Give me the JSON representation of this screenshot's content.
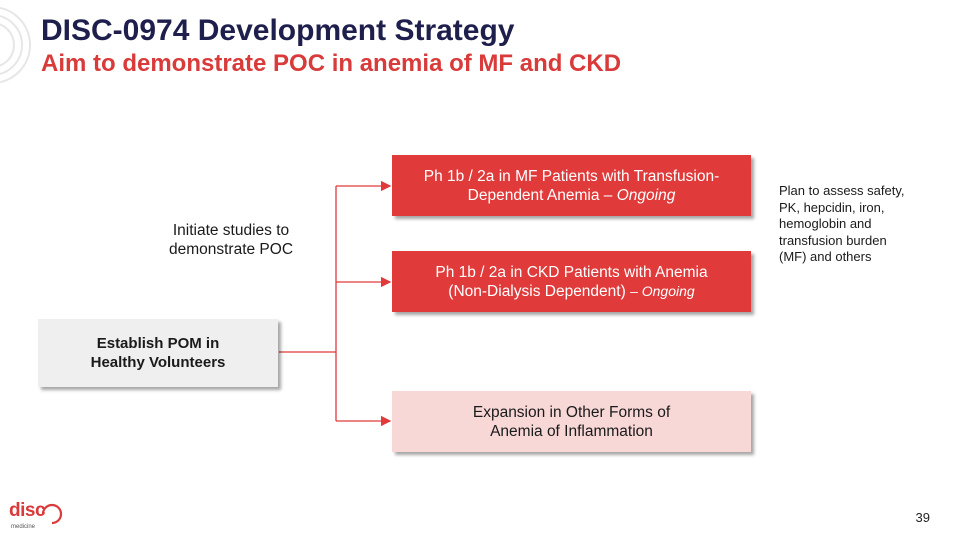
{
  "slide": {
    "title": "DISC-0974 Development Strategy",
    "subtitle": "Aim to demonstrate POC in anemia of MF and CKD",
    "page_number": "39"
  },
  "flow": {
    "origin": {
      "line1": "Establish POM in",
      "line2": "Healthy Volunteers"
    },
    "branch_label": {
      "line1": "Initiate studies to",
      "line2": "demonstrate POC"
    },
    "mf_box": {
      "line1": "Ph 1b / 2a  in MF Patients with Transfusion-",
      "line2_main": "Dependent Anemia – ",
      "line2_italic": "Ongoing"
    },
    "ckd_box": {
      "line1": "Ph 1b / 2a in CKD Patients with Anemia",
      "line2_main": "(Non-Dialysis Dependent) ",
      "line2_italic": "– Ongoing"
    },
    "expansion_box": {
      "line1": "Expansion in Other Forms of",
      "line2": "Anemia of Inflammation"
    }
  },
  "side_note": {
    "lines": [
      "Plan to assess safety,",
      "PK, hepcidin, iron,",
      "hemoglobin and",
      "transfusion burden",
      "(MF) and others"
    ]
  },
  "logo": {
    "word": "disc",
    "tagline": "medicine"
  },
  "colors": {
    "title": "#1f1f4d",
    "accent_red": "#e03a3a",
    "pink": "#f8d7d7",
    "grey": "#efefef"
  }
}
